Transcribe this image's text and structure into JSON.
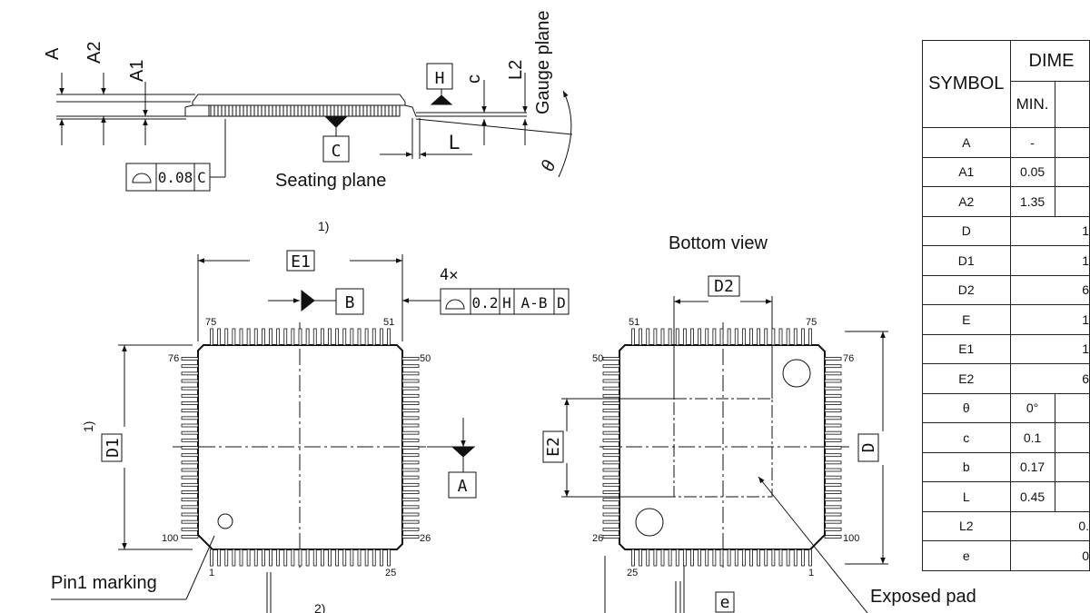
{
  "profile": {
    "dim_a": "A",
    "dim_a2": "A2",
    "dim_a1": "A1",
    "datum_h": "H",
    "dim_c": "c",
    "dim_l2": "L2",
    "gauge_plane": "Gauge plane",
    "datum_c": "C",
    "dim_l": "L",
    "theta": "θ",
    "coplanarity_value": "0.08",
    "coplanarity_datum": "C",
    "seating_plane": "Seating plane"
  },
  "top_view": {
    "e1_label": "E1",
    "note_1": "1)",
    "datum_b": "B",
    "count_4x": "4✕",
    "tolerance_value": "0.2",
    "tolerance_datum_h": "H",
    "tolerance_datum_ab": "A-B",
    "tolerance_datum_d": "D",
    "pin_75": "75",
    "pin_51": "51",
    "pin_76": "76",
    "pin_50": "50",
    "pin_100": "100",
    "pin_26": "26",
    "pin_1": "1",
    "pin_25": "25",
    "d1_label": "D1",
    "d1_note": "1)",
    "datum_a": "A",
    "pin1_marking": "Pin1 marking",
    "note_2": "2)"
  },
  "bottom_view": {
    "title": "Bottom view",
    "d2_label": "D2",
    "e2_label": "E2",
    "d_label": "D",
    "e_label": "e",
    "pin_51": "51",
    "pin_75": "75",
    "pin_50": "50",
    "pin_76": "76",
    "pin_26": "26",
    "pin_100": "100",
    "pin_25": "25",
    "pin_1": "1",
    "exposed_pad": "Exposed pad"
  },
  "table": {
    "symbol_header": "SYMBOL",
    "dim_header": "DIME",
    "min_header": "MIN.",
    "rows": [
      {
        "symbol": "A",
        "min": "-",
        "rest": ""
      },
      {
        "symbol": "A1",
        "min": "0.05",
        "rest": ""
      },
      {
        "symbol": "A2",
        "min": "1.35",
        "rest": ""
      },
      {
        "symbol": "D",
        "min": "",
        "rest": "1"
      },
      {
        "symbol": "D1",
        "min": "",
        "rest": "1"
      },
      {
        "symbol": "D2",
        "min": "",
        "rest": "6"
      },
      {
        "symbol": "E",
        "min": "",
        "rest": "1"
      },
      {
        "symbol": "E1",
        "min": "",
        "rest": "1"
      },
      {
        "symbol": "E2",
        "min": "",
        "rest": "6"
      },
      {
        "symbol": "θ",
        "min": "0°",
        "rest": ""
      },
      {
        "symbol": "c",
        "min": "0.1",
        "rest": ""
      },
      {
        "symbol": "b",
        "min": "0.17",
        "rest": ""
      },
      {
        "symbol": "L",
        "min": "0.45",
        "rest": ""
      },
      {
        "symbol": "L2",
        "min": "",
        "rest": "0."
      },
      {
        "symbol": "e",
        "min": "",
        "rest": "0"
      }
    ]
  }
}
